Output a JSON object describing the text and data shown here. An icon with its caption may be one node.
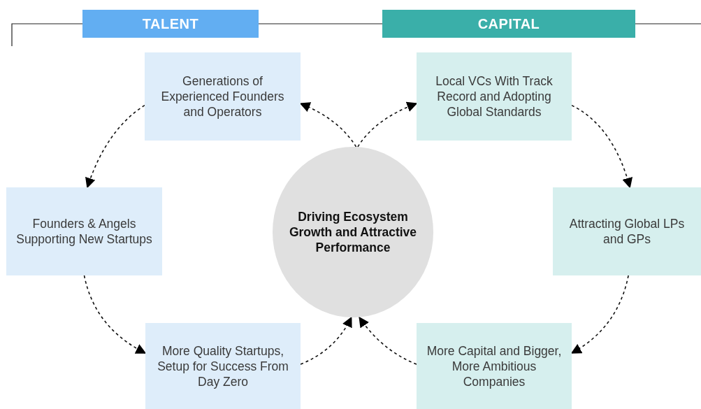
{
  "diagram": {
    "nodes": [
      {
        "text": [
          "TALENT"
        ]
      },
      {
        "text": [
          "CAPITAL"
        ]
      },
      {
        "text": [
          "Generations of Experienced Founders and Operators"
        ]
      },
      {
        "text": [
          "Local VCs With Track Record and Adopting Global Standards"
        ]
      },
      {
        "text": [
          "Founders & Angels Supporting New Startups"
        ]
      },
      {
        "text": [
          "Driving Ecosystem Growth and Attractive Performance"
        ]
      },
      {
        "text": [
          "Attracting Global LPs and GPs"
        ]
      },
      {
        "text": [
          "More Quality Startups, Setup for Success From Day Zero"
        ]
      },
      {
        "text": [
          "More Capital and Bigger, More Ambitious Companies"
        ]
      }
    ],
    "edges": [
      {
        "from": 5,
        "to": 2,
        "arrow": "to",
        "style": "dashed"
      },
      {
        "from": 5,
        "to": 3,
        "arrow": "to",
        "style": "dashed"
      },
      {
        "from": 2,
        "to": 4,
        "arrow": "to",
        "style": "dashed"
      },
      {
        "from": 4,
        "to": 7,
        "arrow": "to",
        "style": "dashed"
      },
      {
        "from": 7,
        "to": 5,
        "arrow": "to",
        "style": "dashed"
      },
      {
        "from": 3,
        "to": 6,
        "arrow": "to",
        "style": "dashed"
      },
      {
        "from": 6,
        "to": 8,
        "arrow": "to",
        "style": "dashed"
      },
      {
        "from": 8,
        "to": 5,
        "arrow": "to",
        "style": "dashed"
      }
    ]
  }
}
